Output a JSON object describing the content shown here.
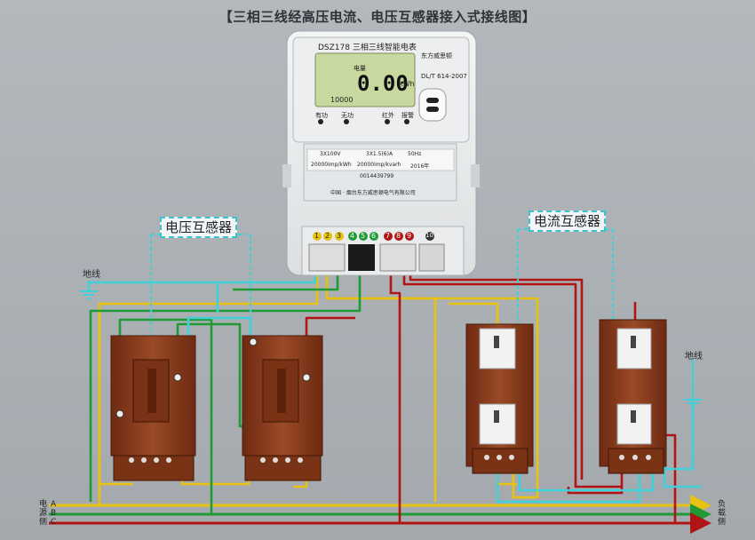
{
  "title": "【三相三线经高压电流、电压互感器接入式接线图】",
  "labels": {
    "pt": "电压互感器",
    "ct": "电流互感器",
    "ground_left": "地线",
    "ground_right": "地线",
    "source_side": "电源侧",
    "load_side": "负载侧",
    "phases": [
      "A",
      "B",
      "C"
    ]
  },
  "meter": {
    "model": "DSZ178 三相三线智能电表",
    "brand_small": "东方威思顿",
    "standard": "DL/T 614-2007",
    "lcd_top": "电量",
    "lcd_value": "0.00",
    "lcd_unit": "kWh",
    "lcd_small": "10000",
    "indicators": [
      "有功",
      "无功",
      "红外",
      "报警"
    ],
    "specs": [
      "3X100V",
      "3X1.5(6)A",
      "50Hz",
      "20000imp/kWh",
      "20000imp/kvarh",
      "2016年"
    ],
    "serial": "0014439799",
    "maker": "中国 · 烟台东方威思顿电气有限公司",
    "terminals": [
      "1",
      "2",
      "3",
      "4",
      "5",
      "6",
      "7",
      "8",
      "9",
      "10"
    ]
  },
  "colors": {
    "yellow": "#e8c20e",
    "green": "#1f9a34",
    "red": "#b01414",
    "cyan": "#3fd0d8",
    "transformer": "#8b3a1c"
  }
}
